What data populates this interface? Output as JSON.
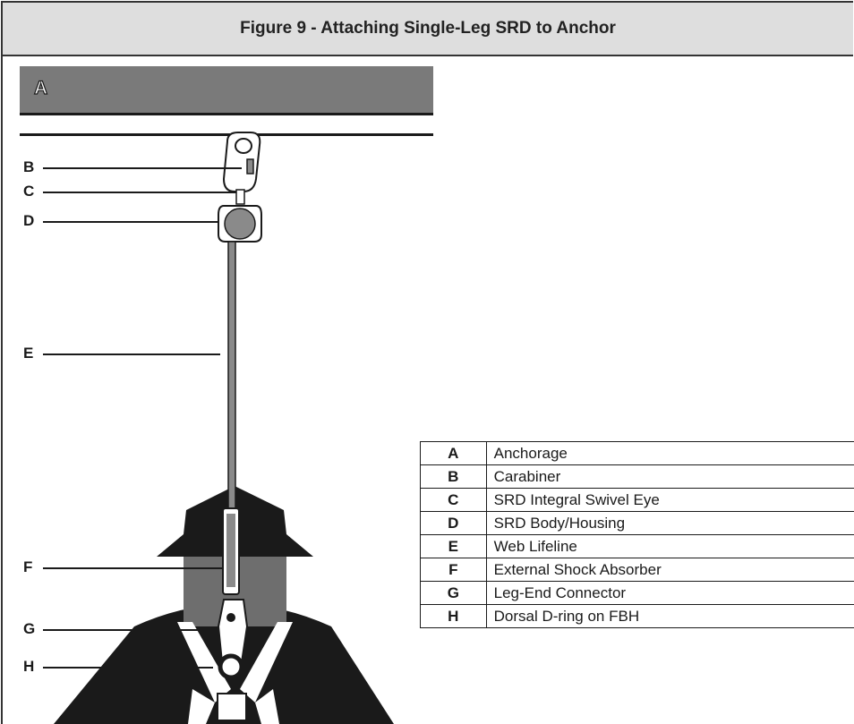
{
  "figure": {
    "title": "Figure 9 - Attaching Single-Leg SRD to Anchor"
  },
  "anchor": {
    "letter": "A"
  },
  "callouts": [
    {
      "key": "B"
    },
    {
      "key": "C"
    },
    {
      "key": "D"
    },
    {
      "key": "E"
    },
    {
      "key": "F"
    },
    {
      "key": "G"
    },
    {
      "key": "H"
    }
  ],
  "legend": [
    {
      "key": "A",
      "desc": "Anchorage"
    },
    {
      "key": "B",
      "desc": "Carabiner"
    },
    {
      "key": "C",
      "desc": "SRD Integral Swivel Eye"
    },
    {
      "key": "D",
      "desc": "SRD Body/Housing"
    },
    {
      "key": "E",
      "desc": "Web Lifeline"
    },
    {
      "key": "F",
      "desc": "External Shock Absorber"
    },
    {
      "key": "G",
      "desc": "Leg-End Connector"
    },
    {
      "key": "H",
      "desc": "Dorsal D-ring on FBH"
    }
  ],
  "colors": {
    "header_bg": "#dedede",
    "anchor_fill": "#7a7a7a",
    "figure_black": "#1a1a1a",
    "head_gray": "#6e6e6e"
  }
}
